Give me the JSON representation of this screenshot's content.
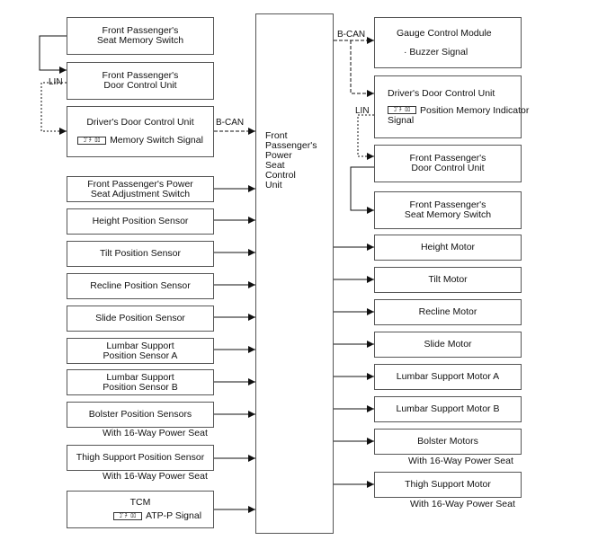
{
  "control_unit": [
    "Front",
    "Passenger's",
    "Power",
    "Seat",
    "Control",
    "Unit"
  ],
  "bus_labels": {
    "bcan_left": "B-CAN",
    "bcan_right": "B-CAN",
    "lin_left": "LIN",
    "lin_right": "LIN"
  },
  "icon_text": "ｺﾞﾁ ﾛﾛ",
  "inputs": {
    "seat_memory_switch": [
      "Front Passenger's",
      "Seat Memory Switch"
    ],
    "door_control_unit": [
      "Front Passenger's",
      "Door Control Unit"
    ],
    "drivers_door": {
      "title": "Driver's Door Control Unit",
      "signal": "Memory Switch Signal"
    },
    "power_seat_switch": [
      "Front Passenger's Power",
      "Seat Adjustment Switch"
    ],
    "height_sensor": "Height Position Sensor",
    "tilt_sensor": "Tilt Position Sensor",
    "recline_sensor": "Recline Position Sensor",
    "slide_sensor": "Slide Position Sensor",
    "lumbar_a": [
      "Lumbar Support",
      "Position Sensor A"
    ],
    "lumbar_b": [
      "Lumbar Support",
      "Position Sensor B"
    ],
    "bolster_sensors": "Bolster Position Sensors",
    "bolster_note": "With 16-Way Power Seat",
    "thigh_sensor": "Thigh Support Position Sensor",
    "thigh_note": "With 16-Way Power Seat",
    "tcm": {
      "title": "TCM",
      "signal": "ATP-P Signal"
    }
  },
  "outputs": {
    "gauge": {
      "title": "Gauge Control Module",
      "signal": "· Buzzer Signal"
    },
    "drivers_door": {
      "title": "Driver's Door Control Unit",
      "signal": "Position Memory Indicator",
      "signal2": "Signal"
    },
    "door_control_unit": [
      "Front Passenger's",
      "Door Control Unit"
    ],
    "seat_memory_switch": [
      "Front Passenger's",
      "Seat Memory Switch"
    ],
    "height_motor": "Height Motor",
    "tilt_motor": "Tilt Motor",
    "recline_motor": "Recline Motor",
    "slide_motor": "Slide Motor",
    "lumbar_a": "Lumbar Support Motor A",
    "lumbar_b": "Lumbar Support Motor B",
    "bolster_motors": "Bolster Motors",
    "bolster_note": "With 16-Way Power Seat",
    "thigh_motor": "Thigh Support Motor",
    "thigh_note": "With 16-Way Power Seat"
  }
}
